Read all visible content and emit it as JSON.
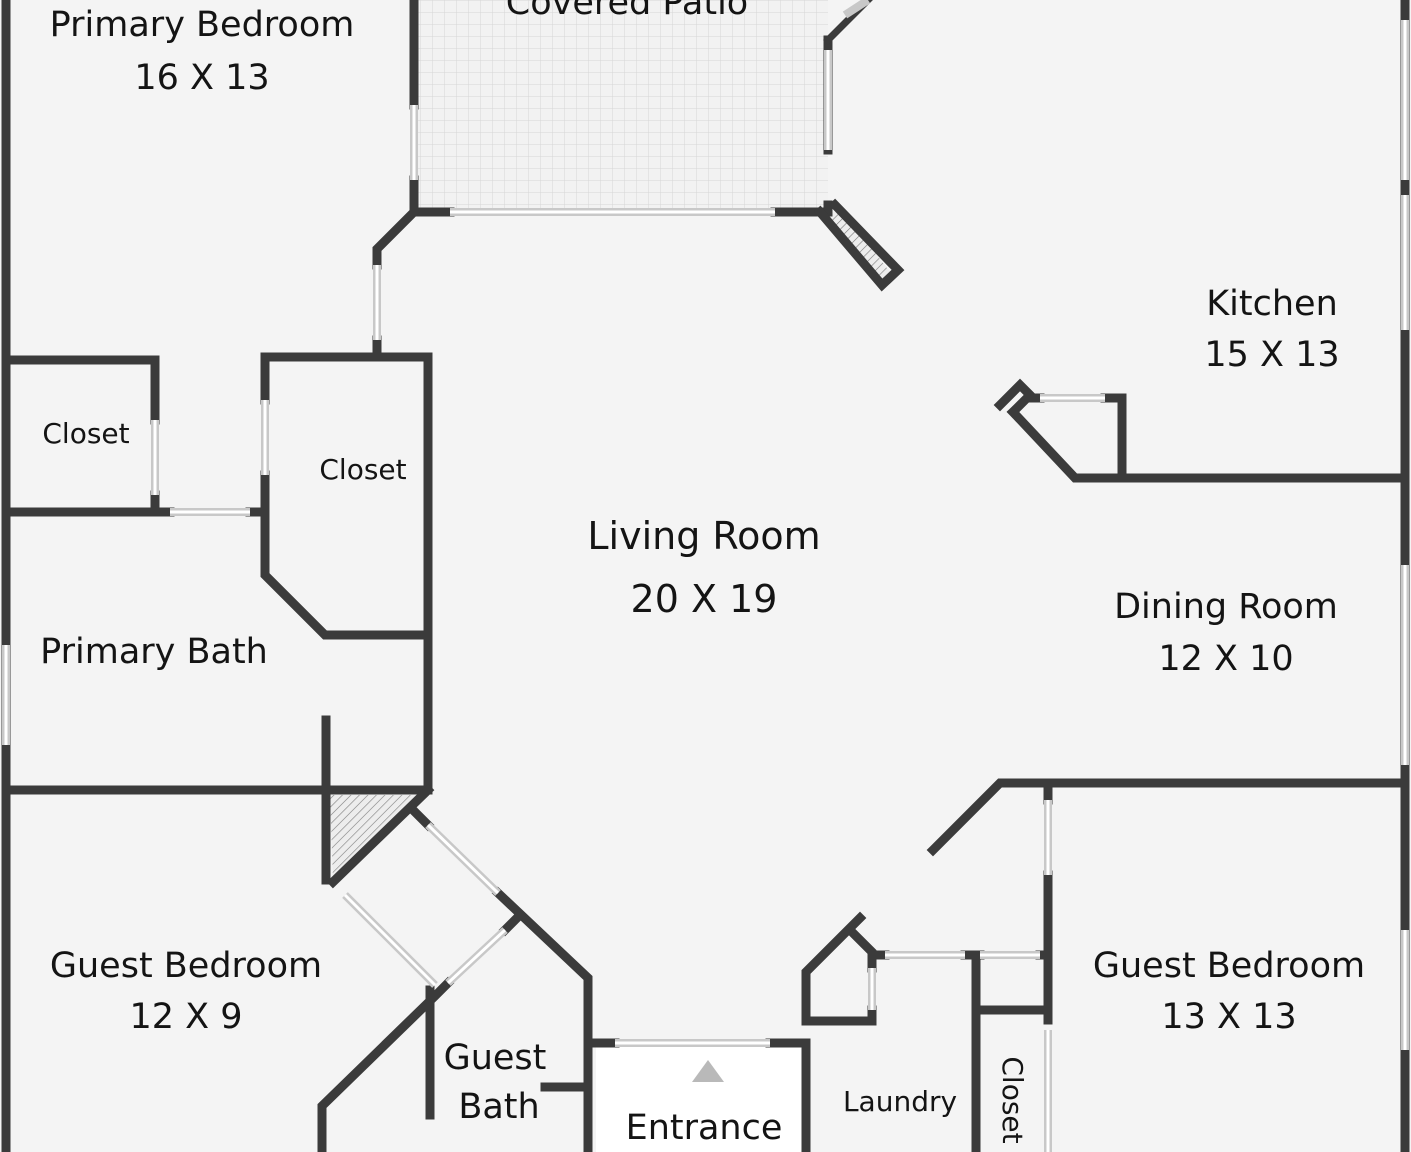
{
  "rooms": {
    "primary_bedroom": {
      "name": "Primary Bedroom",
      "size": "16 X 13"
    },
    "covered_patio": {
      "name": "Covered Patio"
    },
    "kitchen": {
      "name": "Kitchen",
      "size": "15 X 13"
    },
    "closet_left": {
      "name": "Closet"
    },
    "closet_center": {
      "name": "Closet"
    },
    "living_room": {
      "name": "Living Room",
      "size": "20 X 19"
    },
    "dining_room": {
      "name": "Dining Room",
      "size": "12 X 10"
    },
    "primary_bath": {
      "name": "Primary Bath"
    },
    "guest_bedroom_left": {
      "name": "Guest Bedroom",
      "size": "12 X 9"
    },
    "guest_bath": {
      "name": "Guest",
      "name_line2": "Bath"
    },
    "entrance": {
      "name": "Entrance"
    },
    "laundry": {
      "name": "Laundry"
    },
    "closet_right": {
      "name": "Closet"
    },
    "guest_bedroom_right": {
      "name": "Guest Bedroom",
      "size": "13 X 13"
    }
  },
  "colors": {
    "wall": "#3b3b3b",
    "floor": "#f4f4f4",
    "window": "#c8c8c8",
    "patio_tile": "#dcdcdc",
    "entrance_marker": "#b9b9b9"
  }
}
